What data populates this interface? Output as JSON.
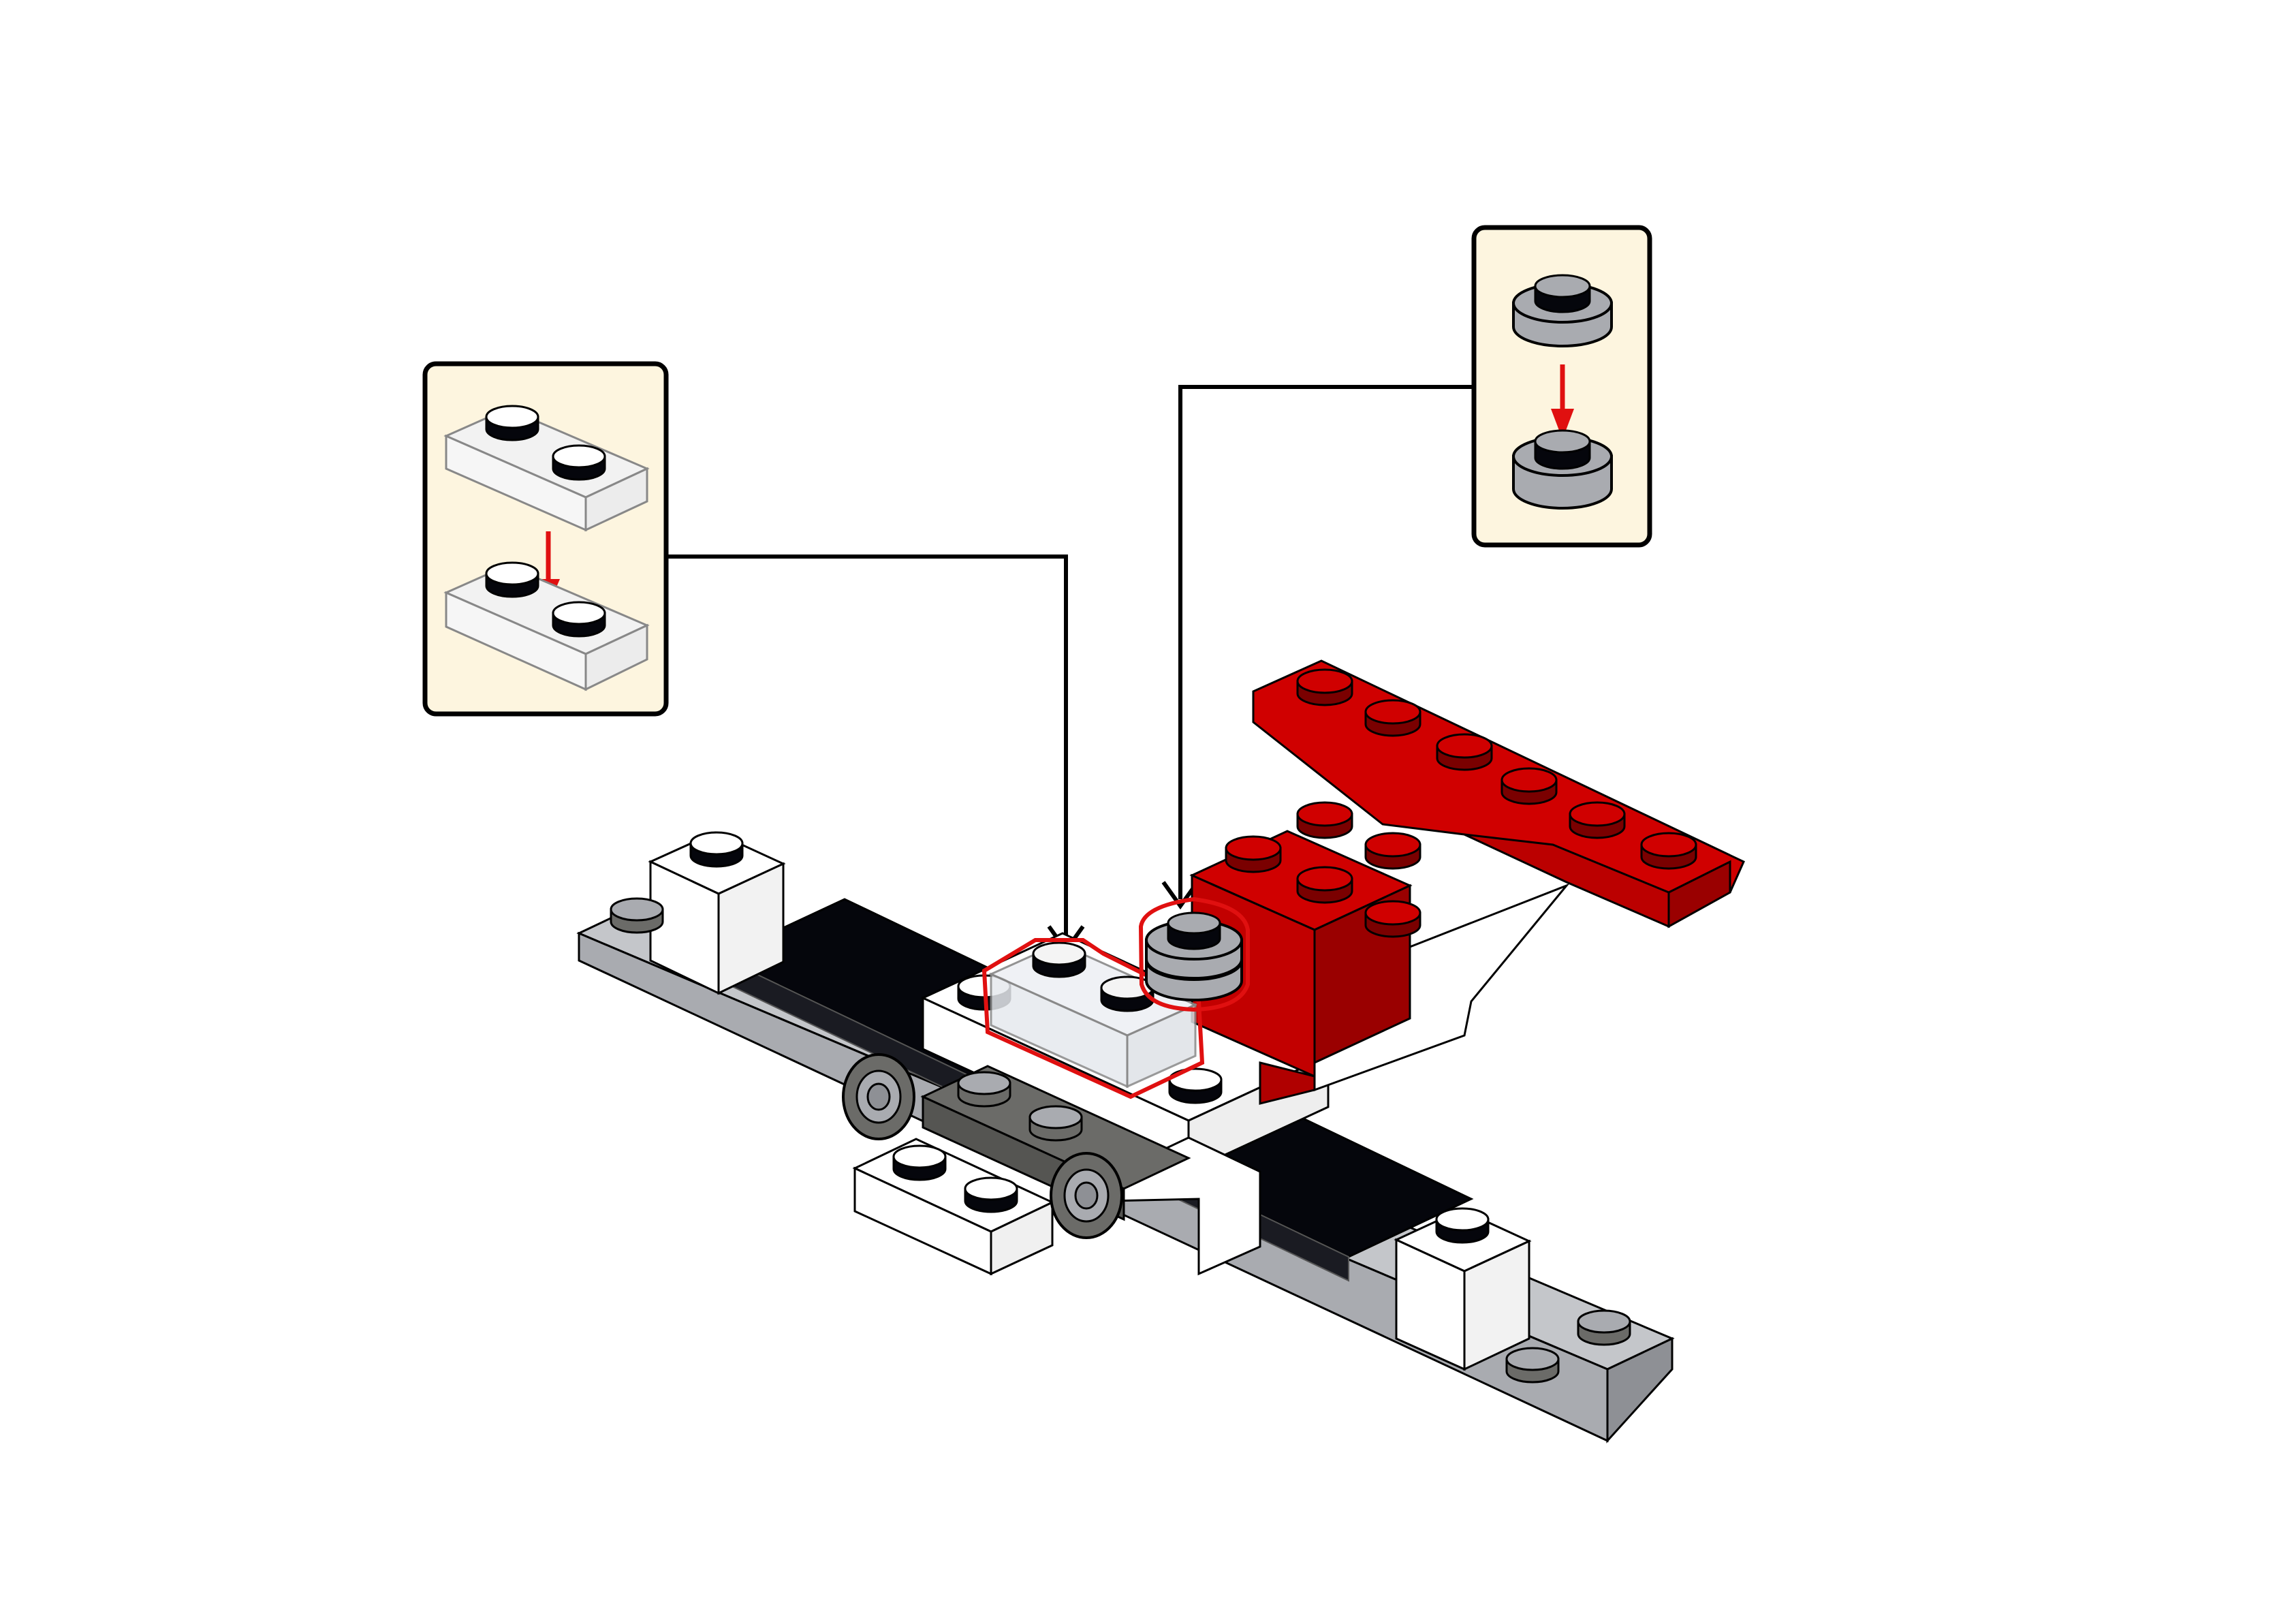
{
  "colors": {
    "background": "#ffffff",
    "callout_fill": "#fdf5df",
    "callout_border": "#000000",
    "arrow_red": "#e01010",
    "brick_red": "#d00000",
    "brick_red_dark": "#9a0000",
    "brick_white": "#ffffff",
    "brick_black": "#05060c",
    "brick_light_gray": "#a9abb0",
    "brick_dark_gray": "#6b6b68",
    "transparent_part": "#e6e9ee",
    "highlight_outline": "#e01010"
  },
  "callouts": [
    {
      "name": "callout-transparent-plate",
      "part": "transparent-plate-1x2"
    },
    {
      "name": "callout-round-plate",
      "part": "round-plate-1x1-gray"
    }
  ],
  "icons": [
    "arrow-down-icon",
    "pointer-arrow-icon"
  ]
}
